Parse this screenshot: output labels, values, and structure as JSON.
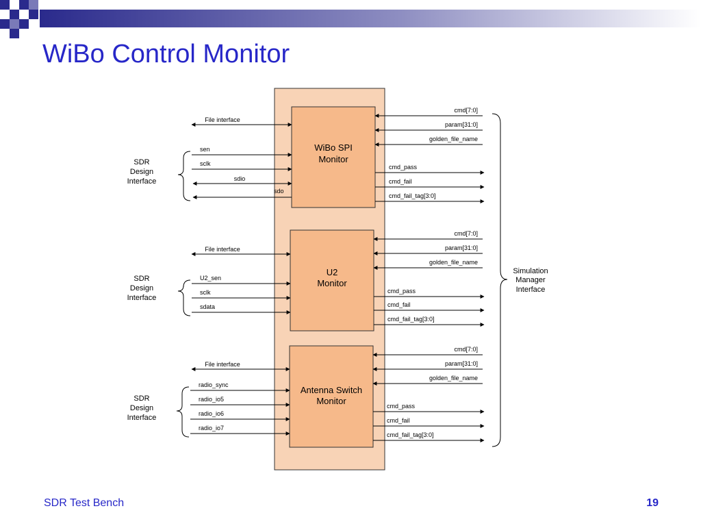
{
  "slide": {
    "title": "WiBo Control Monitor",
    "footer_left": "SDR Test Bench",
    "page_number": "19"
  },
  "colors": {
    "title": "#2727c8",
    "outer_box": "#f8d3b6",
    "block": "#f6b98a",
    "deco_dark": "#2a2a8c",
    "deco_light": "#ffffff"
  },
  "diagram": {
    "simulation_interface": [
      "Simulation",
      "Manager",
      "Interface"
    ],
    "blocks": [
      {
        "title": [
          "WiBo SPI",
          "Monitor"
        ],
        "file_interface": "File interface",
        "sdr_interface": [
          "SDR",
          "Design",
          "Interface"
        ],
        "left_signals": [
          "sen",
          "sclk",
          "sdio",
          "sdo"
        ],
        "right_inputs": [
          "cmd[7:0]",
          "param[31:0]",
          "golden_file_name"
        ],
        "right_outputs": [
          "cmd_pass",
          "cmd_fail",
          "cmd_fail_tag[3:0]"
        ]
      },
      {
        "title": [
          "U2",
          "Monitor"
        ],
        "file_interface": "File interface",
        "sdr_interface": [
          "SDR",
          "Design",
          "Interface"
        ],
        "left_signals": [
          "U2_sen",
          "sclk",
          "sdata"
        ],
        "right_inputs": [
          "cmd[7:0]",
          "param[31:0]",
          "golden_file_name"
        ],
        "right_outputs": [
          "cmd_pass",
          "cmd_fail",
          "cmd_fail_tag[3:0]"
        ]
      },
      {
        "title": [
          "Antenna Switch",
          "Monitor"
        ],
        "file_interface": "File interface",
        "sdr_interface": [
          "SDR",
          "Design",
          "Interface"
        ],
        "left_signals": [
          "radio_sync",
          "radio_io5",
          "radio_io6",
          "radio_io7"
        ],
        "right_inputs": [
          "cmd[7:0]",
          "param[31:0]",
          "golden_file_name"
        ],
        "right_outputs": [
          "cmd_pass",
          "cmd_fail",
          "cmd_fail_tag[3:0]"
        ]
      }
    ]
  }
}
